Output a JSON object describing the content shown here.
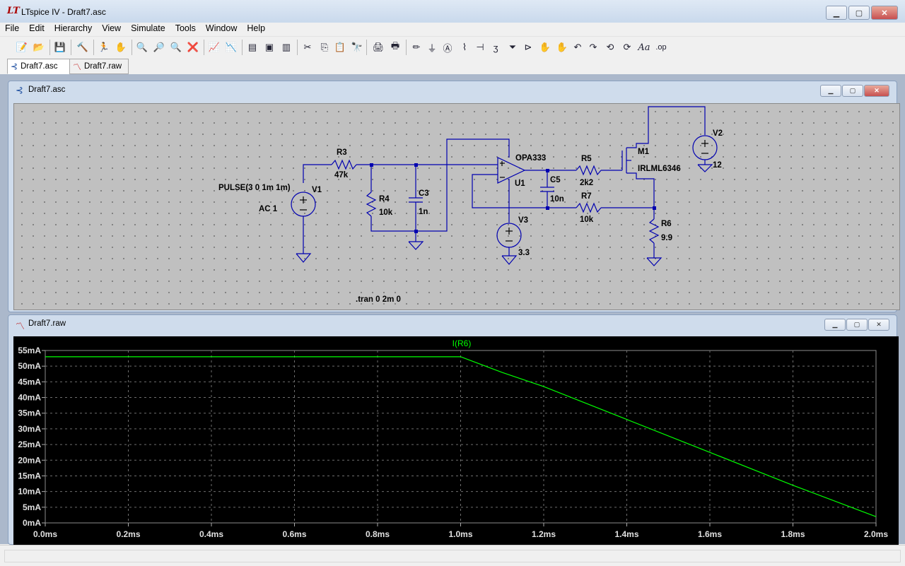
{
  "window": {
    "title": "LTspice IV - Draft7.asc"
  },
  "menu": [
    "File",
    "Edit",
    "Hierarchy",
    "View",
    "Simulate",
    "Tools",
    "Window",
    "Help"
  ],
  "tabs": [
    {
      "label": "Draft7.asc",
      "icon": "schematic-icon"
    },
    {
      "label": "Draft7.raw",
      "icon": "waveform-icon"
    }
  ],
  "schematic_window": {
    "title": "Draft7.asc"
  },
  "waveform_window": {
    "title": "Draft7.raw"
  },
  "schematic": {
    "labels": {
      "r3": "R3",
      "r3_val": "47k",
      "r4": "R4",
      "r4_val": "10k",
      "c3": "C3",
      "c3_val": "1n",
      "v1": "V1",
      "v1_pulse": "PULSE(3 0 1m 1m)",
      "v1_ac": "AC 1",
      "u1_model": "OPA333",
      "u1": "U1",
      "c5": "C5",
      "c5_val": "10n",
      "r5": "R5",
      "r5_val": "2k2",
      "r7": "R7",
      "r7_val": "10k",
      "m1": "M1",
      "m1_model": "IRLML6346",
      "v2": "V2",
      "v2_val": "12",
      "v3": "V3",
      "v3_val": "3.3",
      "r6": "R6",
      "r6_val": "9.9",
      "directive": ".tran 0 2m 0"
    }
  },
  "chart_data": {
    "type": "line",
    "title": "I(R6)",
    "series": [
      {
        "name": "I(R6)",
        "color": "#00ff00",
        "x": [
          0.0,
          1.0,
          1.1,
          1.2,
          1.4,
          1.6,
          1.8,
          2.0
        ],
        "y": [
          53,
          53,
          48,
          43.5,
          33,
          22.5,
          12,
          2
        ]
      }
    ],
    "xticks": [
      "0.0ms",
      "0.2ms",
      "0.4ms",
      "0.6ms",
      "0.8ms",
      "1.0ms",
      "1.2ms",
      "1.4ms",
      "1.6ms",
      "1.8ms",
      "2.0ms"
    ],
    "yticks": [
      "0mA",
      "5mA",
      "10mA",
      "15mA",
      "20mA",
      "25mA",
      "30mA",
      "35mA",
      "40mA",
      "45mA",
      "50mA",
      "55mA"
    ],
    "xlim": [
      0,
      2.0
    ],
    "ylim": [
      0,
      55
    ],
    "grid": true,
    "background": "#000000"
  }
}
